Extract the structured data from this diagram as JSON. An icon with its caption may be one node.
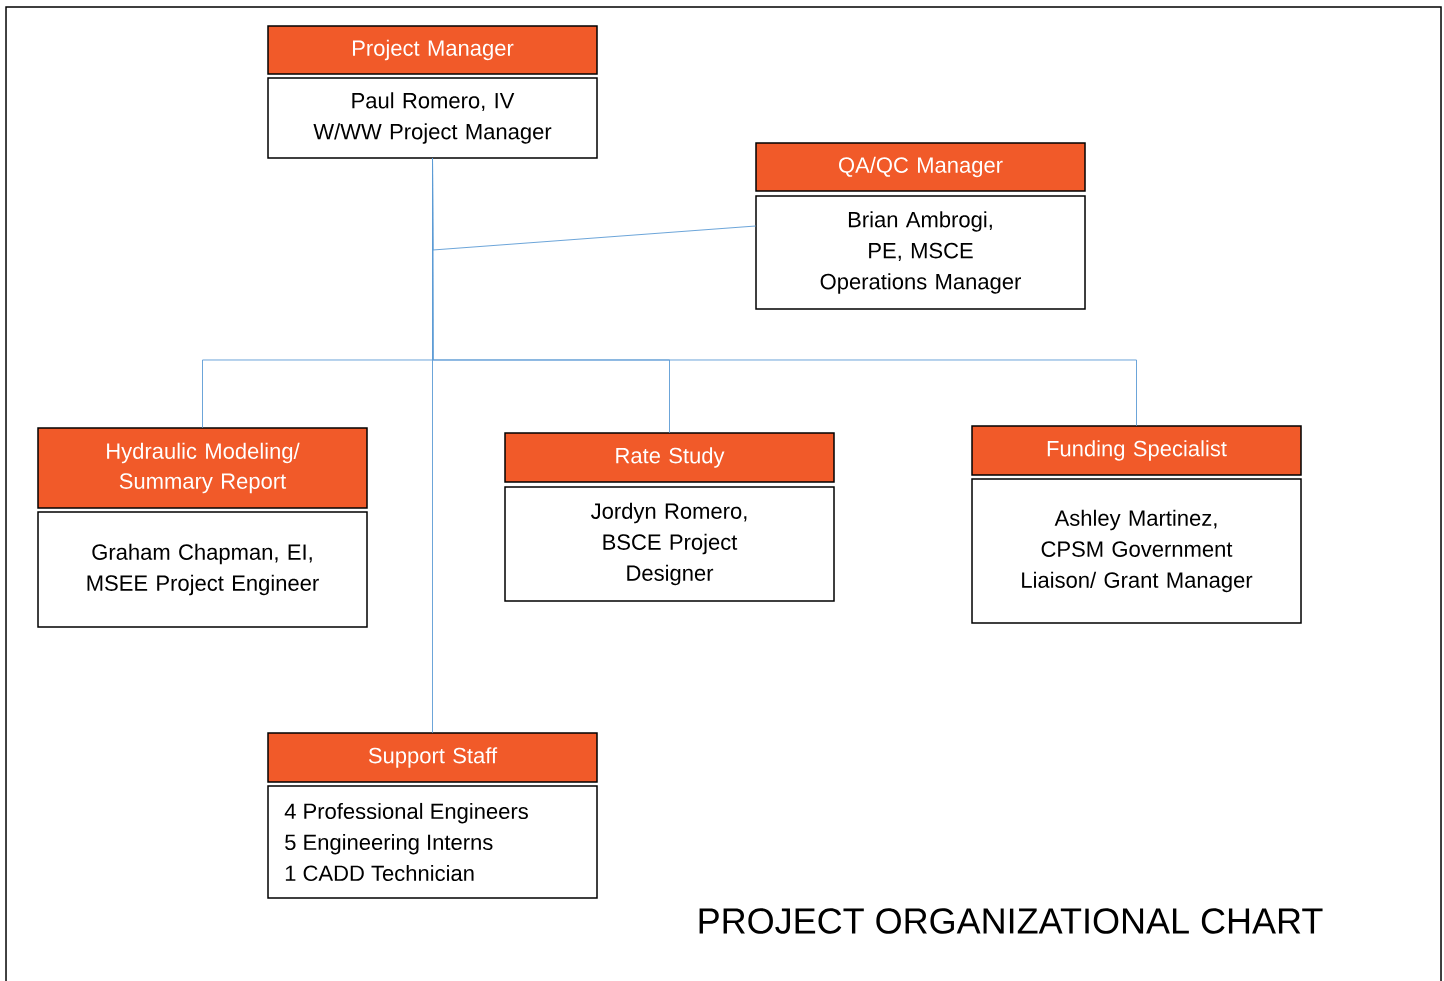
{
  "diagram": {
    "title": "PROJECT ORGANIZATIONAL CHART",
    "nodes": [
      {
        "text": [
          "Project Manager",
          "Paul Romero, IV W/WW Project Manager"
        ]
      },
      {
        "text": [
          "QA/QC Manager",
          "Brian Ambrogi, PE, MSCE Operations Manager"
        ]
      },
      {
        "text": [
          "Hydraulic Modeling/ Summary Report",
          "Graham Chapman, EI, MSEE Project Engineer"
        ]
      },
      {
        "text": [
          "Rate Study",
          "Jordyn Romero, BSCE Project Designer"
        ]
      },
      {
        "text": [
          "Funding Specialist",
          "Ashley Martinez, CPSM Government Liaison/ Grant Manager"
        ]
      },
      {
        "text": [
          "Support Staff",
          "4 Professional Engineers",
          "5 Engineering Interns",
          "1 CADD Technician"
        ]
      }
    ],
    "edges": [
      {
        "from": 0,
        "to": 1,
        "arrow": "none"
      },
      {
        "from": 0,
        "to": 2,
        "arrow": "none"
      },
      {
        "from": 0,
        "to": 3,
        "arrow": "none"
      },
      {
        "from": 0,
        "to": 4,
        "arrow": "none"
      },
      {
        "from": 0,
        "to": 5,
        "arrow": "none"
      }
    ]
  }
}
